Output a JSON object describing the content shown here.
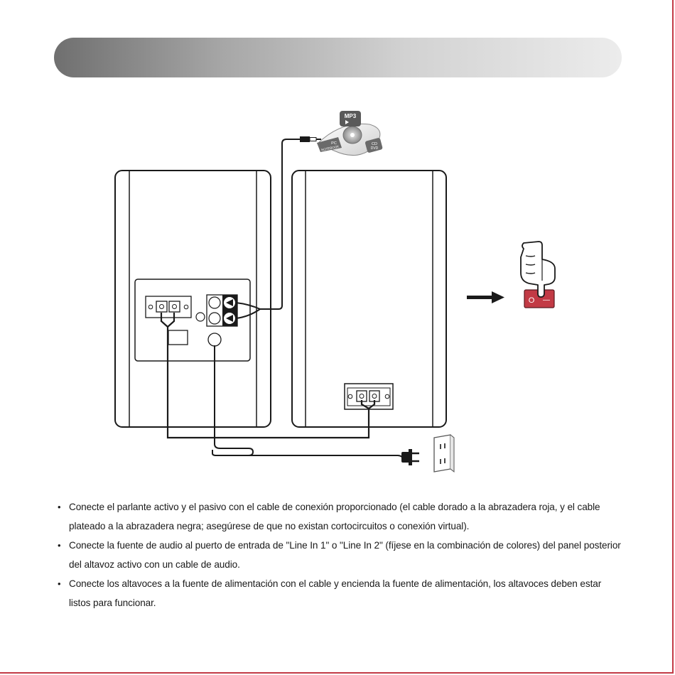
{
  "header": {
    "color_dark": "#6f6f6f",
    "color_light": "#ececec"
  },
  "source_device": {
    "mp3_label": "MP3",
    "pc_label": "PC",
    "notebook_label": "NOTEBOOK",
    "cd_label": "CD",
    "dvd_label": "DVD"
  },
  "power_switch": {
    "off_symbol": "O",
    "on_symbol": "—"
  },
  "accent_color": "#c23a45",
  "instructions": [
    "Conecte el parlante activo y el pasivo con el cable de conexión proporcionado (el cable dorado a la abrazadera roja, y el cable plateado a la abrazadera negra; asegúrese de que no existan cortocircuitos o conexión virtual).",
    "Conecte la fuente de audio al puerto de entrada de \"Line In 1\" o \"Line In 2\" (fíjese en la combinación de colores) del panel posterior del altavoz activo con un cable de audio.",
    "Conecte los altavoces a la fuente de alimentación con el cable y encienda la fuente de alimentación, los altavoces deben estar listos para funcionar."
  ]
}
